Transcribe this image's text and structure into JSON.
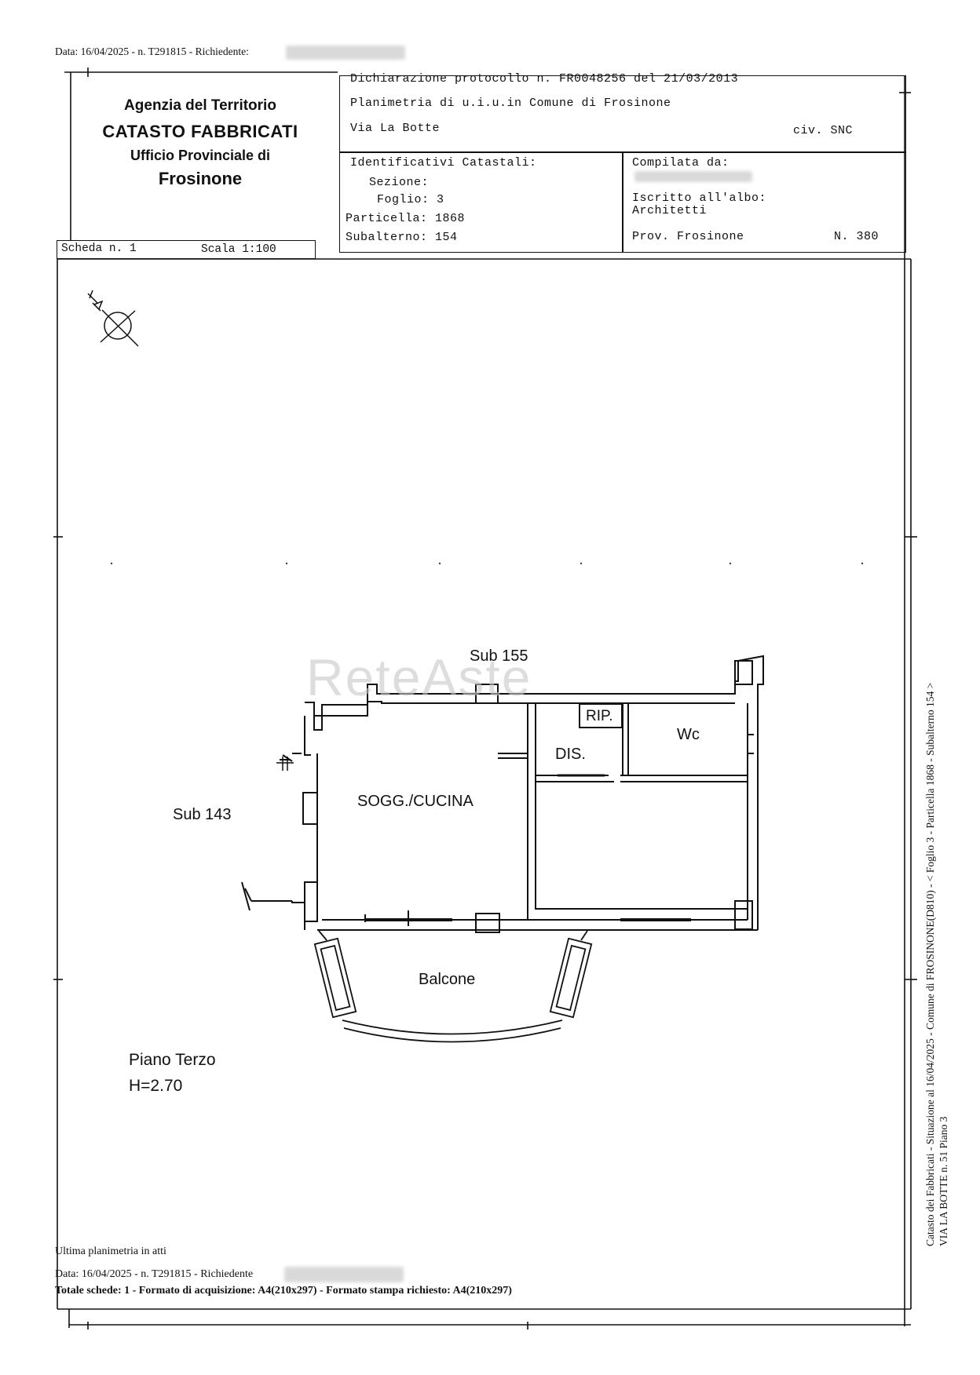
{
  "top_line": {
    "text": "Data: 16/04/2025 - n. T291815 - Richiedente:"
  },
  "agency": {
    "line1": "Agenzia del Territorio",
    "line2": "CATASTO FABBRICATI",
    "line3": "Ufficio Provinciale di",
    "line4": "Frosinone"
  },
  "header": {
    "protocol": "Dichiarazione protocollo n. FR0048256 del  21/03/2013",
    "planimetry": "Planimetria di u.i.u.in Comune di Frosinone",
    "street": "Via La Botte",
    "civic": "civ. SNC"
  },
  "identifiers": {
    "title": "Identificativi Catastali:",
    "sezione": "Sezione:",
    "foglio": "Foglio: 3",
    "particella": "Particella: 1868",
    "subalterno": "Subalterno: 154"
  },
  "compiler": {
    "title": "Compilata da:",
    "albo": "Iscritto all'albo:",
    "albo_value": "Architetti",
    "prov": "Prov. Frosinone",
    "number": "N. 380"
  },
  "scheda": {
    "number": "Scheda n. 1",
    "scale": "Scala 1:100"
  },
  "plan": {
    "sub_top": "Sub 155",
    "sub_left": "Sub 143",
    "rip": "RIP.",
    "wc": "Wc",
    "dis": "DIS.",
    "living": "SOGG./CUCINA",
    "balcony": "Balcone",
    "floor": "Piano Terzo",
    "height": "H=2.70",
    "watermark": "ReteAste"
  },
  "side": {
    "line1": "Catasto dei Fabbricati - Situazione al 16/04/2025 - Comune di FROSINONE(D810) - < Foglio 3 - Particella 1868 - Subalterno 154 >",
    "line2": "VIA LA BOTTE n. 51 Piano 3"
  },
  "footer": {
    "last": "Ultima planimetria in atti",
    "data": "Data: 16/04/2025 - n. T291815 - Richiedente",
    "total": "Totale schede: 1 - Formato di acquisizione: A4(210x297)  - Formato stampa richiesto: A4(210x297)"
  }
}
